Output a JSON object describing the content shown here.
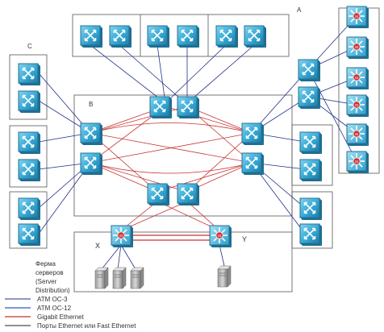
{
  "labels": {
    "group_a": "A",
    "group_b": "B",
    "group_c": "C",
    "node_x": "X",
    "node_y": "Y",
    "server_farm_line1": "Ферма",
    "server_farm_line2": "серверов",
    "server_farm_line3": "(Server",
    "server_farm_line4": "Distribution)"
  },
  "legend": [
    {
      "text": "ATM OC-3",
      "color": "#1f2f8a",
      "style": "solid-thin"
    },
    {
      "text": "ATM OC-12",
      "color": "#2e5cc0",
      "style": "solid"
    },
    {
      "text": "Gigabit Ethernet",
      "color": "#c83232",
      "style": "solid"
    },
    {
      "text": "Порты Ethernet или Fast Ethernet",
      "color": "#222222",
      "style": "solid"
    }
  ],
  "colors": {
    "switch_face": "#3fb3dd",
    "router_face": "#ffffff",
    "router_ring": "#d03030",
    "link_core_red": "#c83232",
    "link_access_blue": "#1f2f8a"
  }
}
